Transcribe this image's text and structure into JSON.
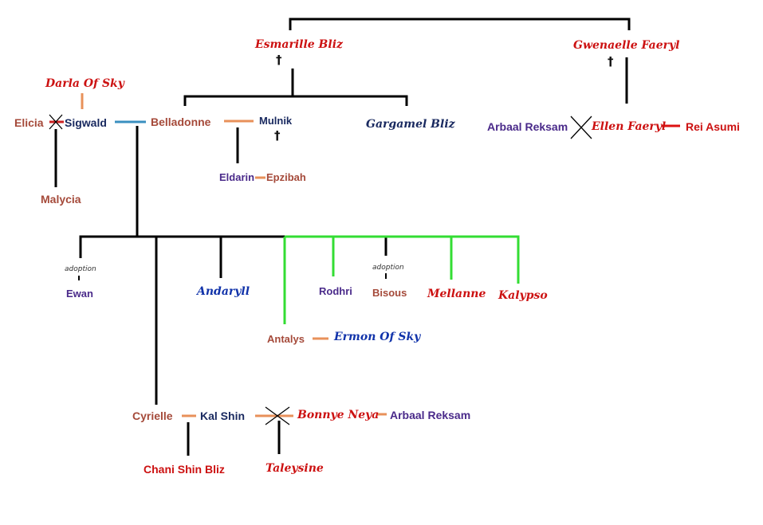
{
  "people": {
    "esmarille_bliz": "Esmarille Bliz",
    "gwenaelle_faeryl": "Gwenaelle Faeryl",
    "darla_of_sky": "Darla Of Sky",
    "elicia": "Elicia",
    "sigwald": "Sigwald",
    "belladonne": "Belladonne",
    "mulnik": "Mulnik",
    "gargamel_bliz": "Gargamel Bliz",
    "arbaal_reksam": "Arbaal Reksam",
    "ellen_faeryl": "Ellen Faeryl",
    "rei_asumi": "Rei Asumi",
    "eldarin": "Eldarin",
    "epzibah": "Epzibah",
    "malycia": "Malycia",
    "ewan": "Ewan",
    "andaryll": "Andaryll",
    "rodhri": "Rodhri",
    "bisous": "Bisous",
    "mellanne": "Mellanne",
    "kalypso": "Kalypso",
    "antalys": "Antalys",
    "ermon_of_sky": "Ermon Of Sky",
    "cyrielle": "Cyrielle",
    "kal_shin": "Kal Shin",
    "bonnye_neya": "Bonnye Neya",
    "arbaal_reksam_2": "Arbaal Reksam",
    "chani_shin_bliz": "Chani Shin Bliz",
    "taleysine": "Taleysine"
  },
  "notes": {
    "adoption_ewan": "adoption",
    "adoption_bisous": "adoption"
  },
  "symbols": {
    "deceased": "†"
  },
  "colors": {
    "descent_line": "#000000",
    "partner_line": "#e8915a",
    "partner_line_sigwald": "#3a8fc0",
    "partner_line_rei": "#dd1111",
    "adopted_branch": "#33dd33",
    "divorce_cross": "#000000",
    "divorce_cross_elicia": "#cc2222"
  }
}
